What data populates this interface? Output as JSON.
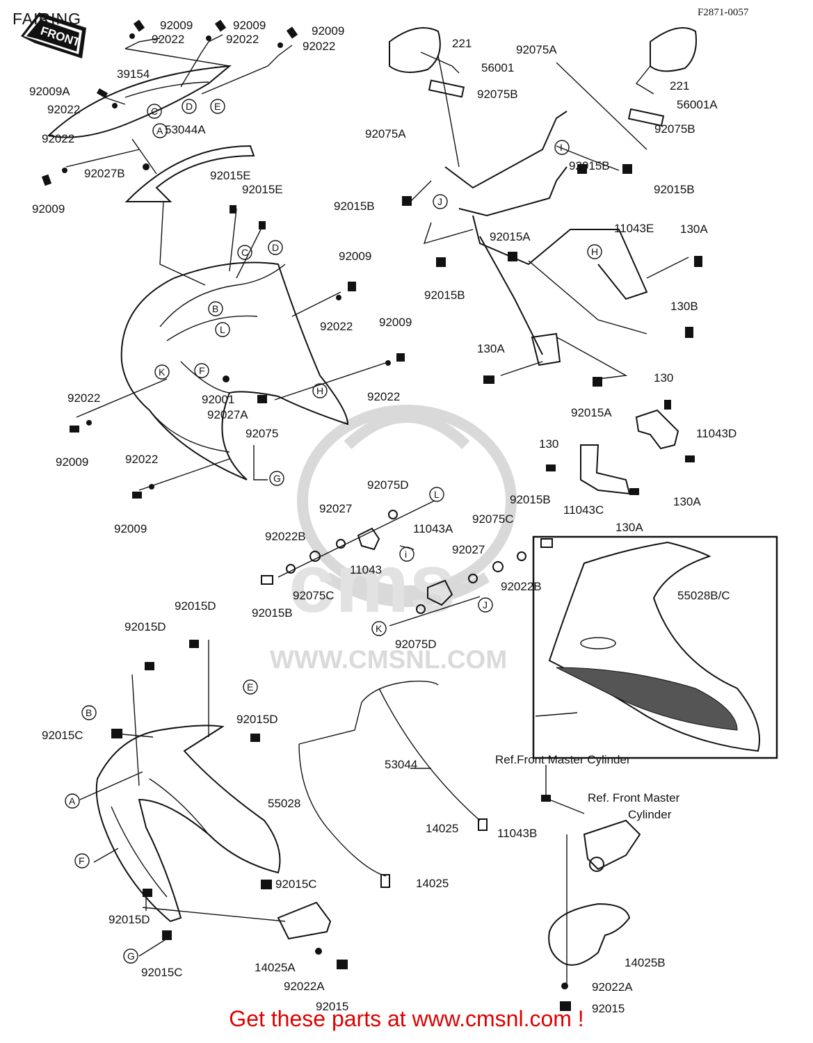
{
  "header": {
    "title": "FAIRING",
    "code": "F2871-0057"
  },
  "front_badge": "FRONT",
  "watermark": {
    "url": "WWW.CMSNL.COM"
  },
  "cta": "Get these parts at www.cmsnl.com !",
  "parts": {
    "p1": "92009",
    "p2": "92022",
    "p3": "92009",
    "p4": "92022",
    "p5": "92009",
    "p6": "92022",
    "p7": "39154",
    "p8": "92009A",
    "p9": "92022",
    "p10": "92022",
    "p11": "53044A",
    "p12": "92027B",
    "p13": "92009",
    "p14": "92015E",
    "p15": "92015E",
    "p16": "92009",
    "p17": "92022",
    "p18": "92009",
    "p19": "92022",
    "p20": "92022",
    "p21": "92009",
    "p22": "92001",
    "p23": "92027A",
    "p24": "92075",
    "p25": "92022",
    "p26": "92009",
    "p27": "221",
    "p28": "56001",
    "p29": "92075A",
    "p30": "92075B",
    "p31": "221",
    "p32": "56001A",
    "p33": "92075A",
    "p34": "92075B",
    "p35": "92015B",
    "p36": "92015B",
    "p37": "92015B",
    "p38": "11043E",
    "p39": "130A",
    "p40": "92015A",
    "p41": "92015B",
    "p42": "130B",
    "p43": "130A",
    "p44": "92015A",
    "p45": "130",
    "p46": "11043D",
    "p47": "130",
    "p48": "11043C",
    "p49": "130A",
    "p50": "130A",
    "p51": "92075D",
    "p52": "92027",
    "p53": "92022B",
    "p54": "11043",
    "p55": "92015B",
    "p56": "92075C",
    "p57": "11043A",
    "p58": "92015B",
    "p59": "92075C",
    "p60": "92027",
    "p61": "92022B",
    "p62": "92075D",
    "p63": "55028B/C",
    "p64": "92015D",
    "p65": "92015D",
    "p66": "92015C",
    "p67": "92015D",
    "p68": "55028",
    "p69": "53044",
    "p70": "14025",
    "p71": "14025",
    "p72": "92015C",
    "p73": "92015D",
    "p74": "92015C",
    "p75": "14025A",
    "p76": "92022A",
    "p77": "92015",
    "p78": "Ref.Front Master Cylinder",
    "p79": "Ref. Front Master",
    "p80": "Cylinder",
    "p81": "11043B",
    "p82": "14025B",
    "p83": "92022A",
    "p84": "92015"
  },
  "callouts": {
    "c1": "C",
    "c2": "D",
    "c3": "E",
    "c4": "A",
    "c5": "C",
    "c6": "D",
    "c7": "B",
    "c8": "L",
    "c9": "K",
    "c10": "F",
    "c11": "H",
    "c12": "G",
    "c13": "I",
    "c14": "J",
    "c15": "H",
    "c16": "L",
    "c17": "i",
    "c18": "J",
    "c19": "K",
    "c20": "E",
    "c21": "B",
    "c22": "A",
    "c23": "F",
    "c24": "G"
  }
}
